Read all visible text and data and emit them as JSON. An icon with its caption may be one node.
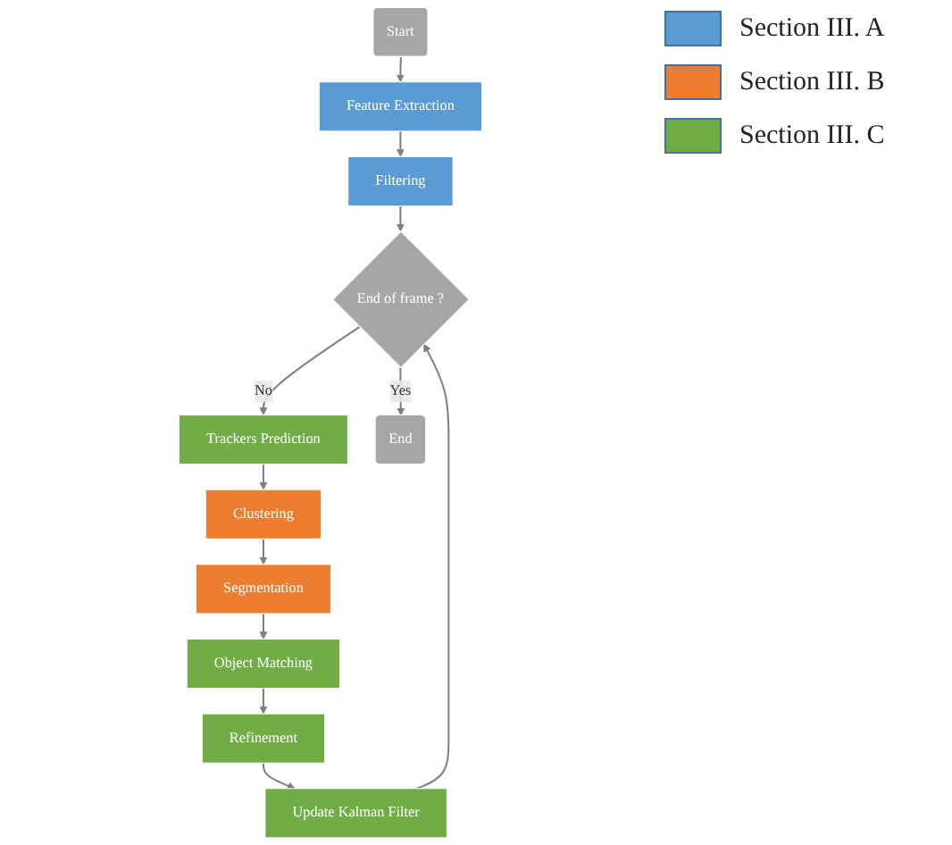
{
  "diagram": {
    "nodes": [
      {
        "text": [
          "Start"
        ]
      },
      {
        "text": [
          "Feature Extraction"
        ]
      },
      {
        "text": [
          "Filtering"
        ]
      },
      {
        "text": [
          "End of frame ?"
        ]
      },
      {
        "text": [
          "Trackers Prediction"
        ]
      },
      {
        "text": [
          "Clustering"
        ]
      },
      {
        "text": [
          "Segmentation"
        ]
      },
      {
        "text": [
          "Object Matching"
        ]
      },
      {
        "text": [
          "Refinement"
        ]
      },
      {
        "text": [
          "Update Kalman Filter"
        ]
      },
      {
        "text": [
          "End"
        ]
      }
    ],
    "edges": [
      {
        "from": 0,
        "to": 1,
        "arrow": "to"
      },
      {
        "from": 1,
        "to": 2,
        "arrow": "to"
      },
      {
        "from": 2,
        "to": 3,
        "arrow": "to"
      },
      {
        "from": 3,
        "to": 4,
        "arrow": "to",
        "label": "No"
      },
      {
        "from": 4,
        "to": 5,
        "arrow": "to"
      },
      {
        "from": 5,
        "to": 6,
        "arrow": "to"
      },
      {
        "from": 6,
        "to": 7,
        "arrow": "to"
      },
      {
        "from": 7,
        "to": 8,
        "arrow": "to"
      },
      {
        "from": 8,
        "to": 9,
        "arrow": "to"
      },
      {
        "from": 9,
        "to": 3,
        "arrow": "to"
      },
      {
        "from": 3,
        "to": 10,
        "arrow": "to",
        "label": "Yes"
      }
    ],
    "legend": [
      {
        "text": "Section III. A",
        "color": "#5b9bd5"
      },
      {
        "text": "Section III. B",
        "color": "#ed7d31"
      },
      {
        "text": "Section III. C",
        "color": "#70ad47"
      }
    ]
  }
}
